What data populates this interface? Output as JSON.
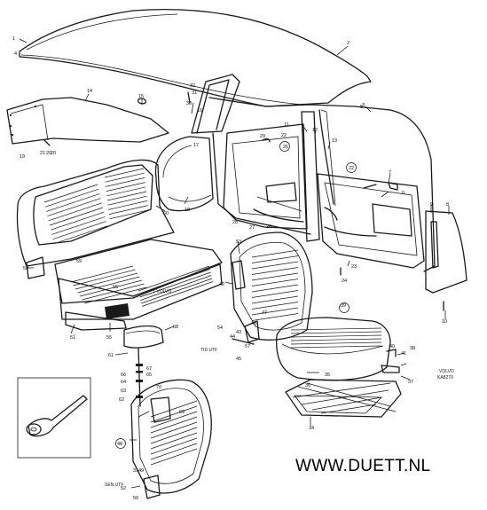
{
  "watermark": "WWW.DUETT.NL",
  "volvo_code": [
    "VOLVO",
    "KA8270"
  ],
  "variant_labels": {
    "tid_utf": "TID UTF",
    "sen_utf": "SEN UTF",
    "text_upper": "T VOLVO"
  },
  "callouts": {
    "n1": "1",
    "n2": "2",
    "n3": "3",
    "n4": "4",
    "n5": "5",
    "n6": "6",
    "n7": "7",
    "n8": "8",
    "n10": "10",
    "n11": "11",
    "n12": "12",
    "n13": "13",
    "n14": "14",
    "n15": "15",
    "n16": "16",
    "n17": "17",
    "n18": "18",
    "n19": "19",
    "n20": "20",
    "n21": "21",
    "n22": "22",
    "n23": "23",
    "n24": "24",
    "n26": "26",
    "n27": "27",
    "n28": "28",
    "n29": "29",
    "n30": "30",
    "n31": "31",
    "n31b": "31",
    "n32": "32",
    "n34": "34",
    "n35": "35",
    "n36": "36",
    "n37": "37",
    "n38": "38",
    "n39": "39",
    "n40": "40",
    "n41": "41",
    "n42": "42",
    "n43": "43",
    "n44": "44",
    "n45": "45",
    "n46": "46",
    "n47": "47",
    "n48": "48",
    "n49": "49",
    "n50": "50",
    "n51": "51",
    "n52": "52",
    "n53": "53",
    "n54": "54",
    "n55": "55",
    "n56": "56",
    "n57": "57",
    "n58": "58",
    "n59": "59",
    "n60": "60",
    "n61": "61",
    "n62": "62",
    "n63": "63",
    "n64": "64",
    "n65": "65",
    "n66": "66",
    "n67": "67",
    "n68": "68",
    "n69": "69",
    "n70": "70",
    "n22c": "22",
    "n26c": "26",
    "n39c": "39",
    "n48c": "48",
    "n19b": "19",
    "n20b": "20",
    "n21b": "21",
    "n9": "9"
  }
}
